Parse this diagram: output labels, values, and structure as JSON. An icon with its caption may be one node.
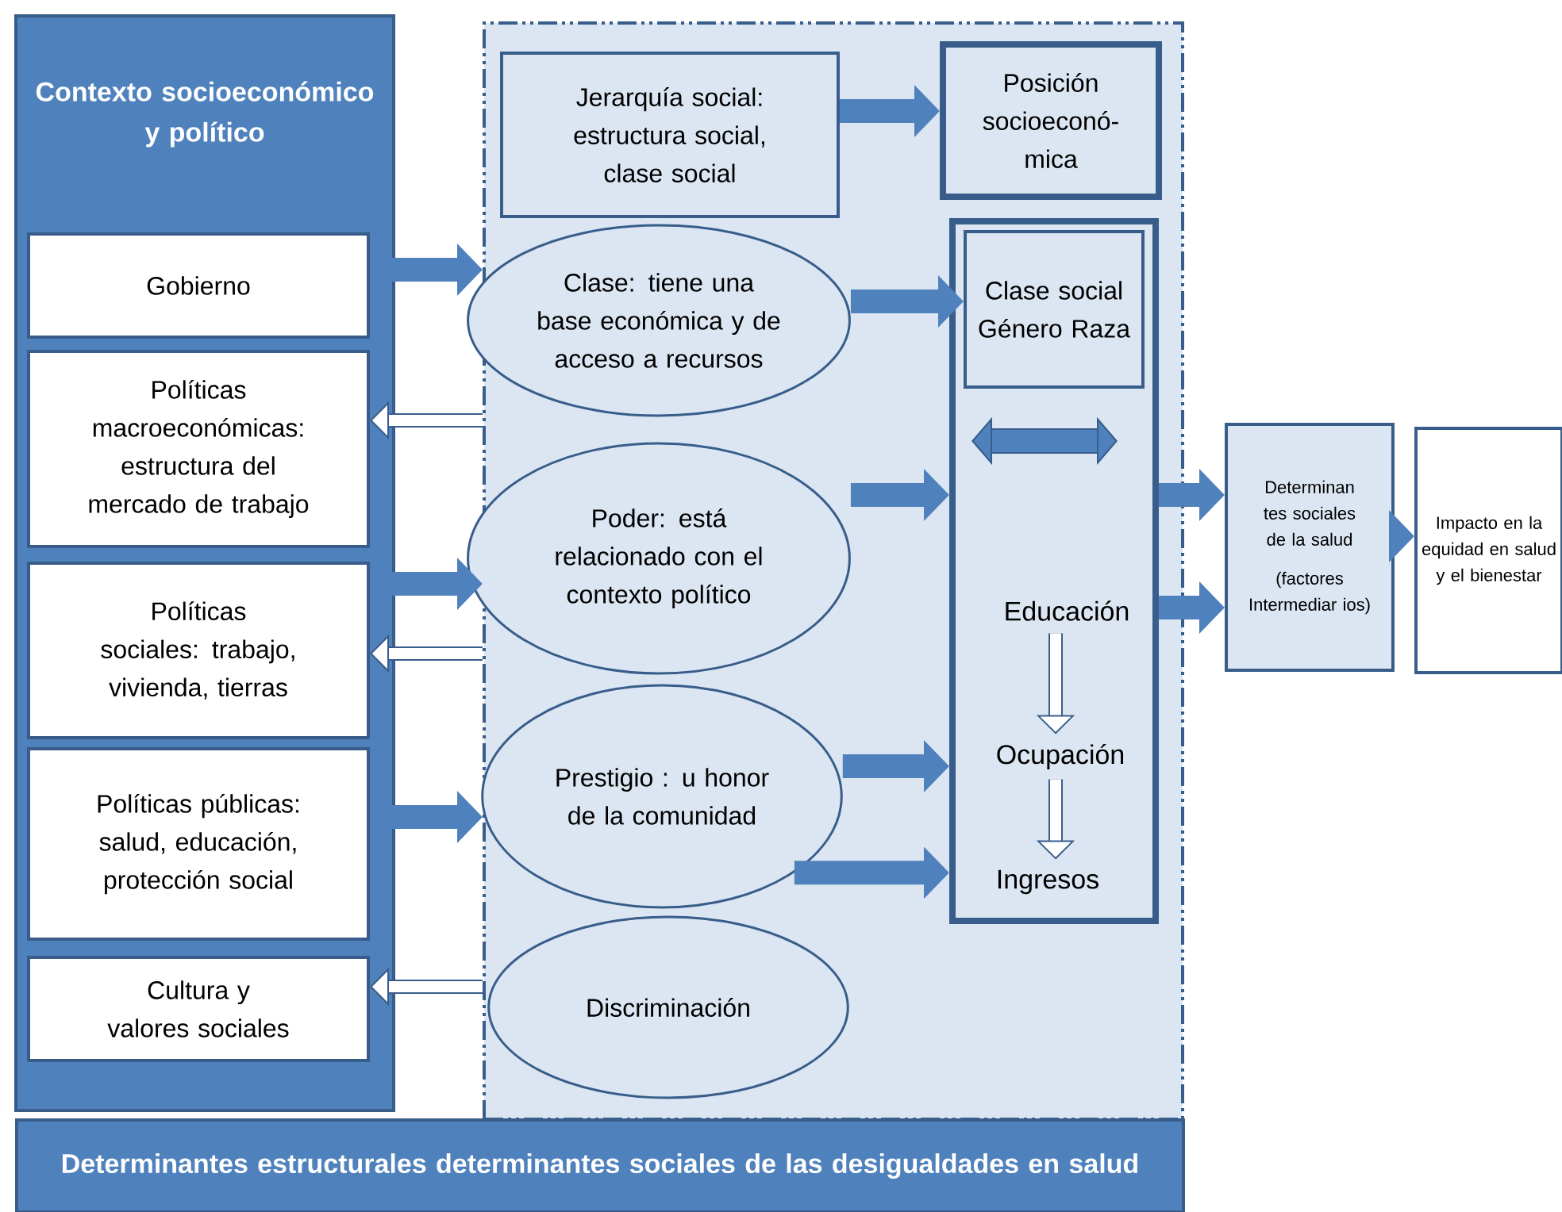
{
  "diagram": {
    "nodes": [
      {
        "text": [
          "Contexto socioeconómico y político"
        ]
      },
      {
        "text": [
          "Gobierno"
        ],
        "in": 0
      },
      {
        "text": [
          "Políticas macroeconómicas: estructura del mercado de trabajo"
        ],
        "in": 0
      },
      {
        "text": [
          "Políticas sociales: trabajo, vivienda, tierras"
        ],
        "in": 0
      },
      {
        "text": [
          "Políticas públicas: salud, educación, protección social"
        ],
        "in": 0
      },
      {
        "text": [
          "Cultura y valores sociales"
        ],
        "in": 0
      },
      {
        "text": [],
        "shape": "box"
      },
      {
        "text": [
          "Jerarquía social: estructura social, clase social"
        ],
        "in": 6
      },
      {
        "text": [
          "Posición socioeconó- mica"
        ],
        "in": 6
      },
      {
        "text": [
          "Clase: tiene una base económica y de acceso a recursos"
        ],
        "in": 6
      },
      {
        "text": [
          "Poder: está relacionado con el contexto político"
        ],
        "in": 6
      },
      {
        "text": [
          "Prestigio : u honor de la comunidad"
        ],
        "in": 6
      },
      {
        "text": [
          "Discriminación"
        ],
        "in": 6
      },
      {
        "text": [],
        "shape": "box",
        "in": 6
      },
      {
        "text": [
          "Clase social Género Raza"
        ],
        "in": 13
      },
      {
        "text": [
          "Educación"
        ],
        "in": 13
      },
      {
        "text": [
          "Ocupación"
        ],
        "in": 13
      },
      {
        "text": [
          "Ingresos"
        ],
        "in": 13
      },
      {
        "text": [
          "Determinan tes sociales de la salud",
          "(factores Intermediar ios)"
        ]
      },
      {
        "text": [
          "Impacto en la equidad en salud y el bienestar"
        ]
      },
      {
        "text": [
          "Determinantes estructurales determinantes sociales de las desigualdades en salud"
        ]
      }
    ],
    "edges": [
      {
        "from": 1,
        "to": 6,
        "arrow": "to"
      },
      {
        "from": 6,
        "to": 2,
        "arrow": "to",
        "color": "#385d8a"
      },
      {
        "from": 3,
        "to": 6,
        "arrow": "to"
      },
      {
        "from": 6,
        "to": 3,
        "arrow": "to",
        "color": "#385d8a"
      },
      {
        "from": 4,
        "to": 6,
        "arrow": "to"
      },
      {
        "from": 6,
        "to": 5,
        "arrow": "to",
        "color": "#385d8a"
      },
      {
        "from": 7,
        "to": 8,
        "arrow": "to"
      },
      {
        "from": 9,
        "to": 14,
        "arrow": "to"
      },
      {
        "from": 10,
        "to": 13,
        "arrow": "to"
      },
      {
        "from": 11,
        "to": 13,
        "arrow": "to"
      },
      {
        "from": 11,
        "to": 13,
        "arrow": "to"
      },
      {
        "from": 13,
        "to": 18,
        "arrow": "to"
      },
      {
        "from": 13,
        "to": 18,
        "arrow": "to"
      },
      {
        "from": 18,
        "to": 19,
        "arrow": "to"
      },
      {
        "from": 15,
        "to": 16,
        "arrow": "to",
        "color": "#385d8a"
      },
      {
        "from": 16,
        "to": 17,
        "arrow": "to",
        "color": "#385d8a"
      }
    ]
  }
}
